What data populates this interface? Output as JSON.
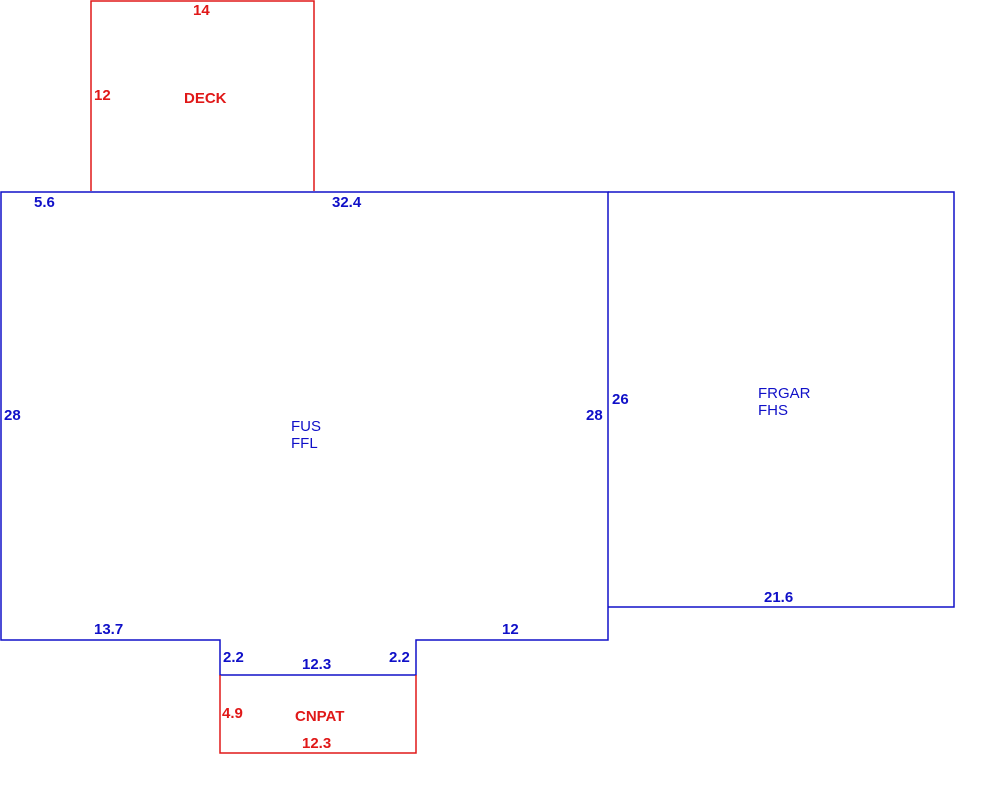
{
  "colors": {
    "main": "#1010c8",
    "accent": "#e01818",
    "background": "#ffffff"
  },
  "areas": {
    "deck": {
      "name": "DECK",
      "top": "14",
      "left": "12"
    },
    "house": {
      "name_line1": "FUS",
      "name_line2": "FFL",
      "top_left": "5.6",
      "top_right": "32.4",
      "left": "28",
      "right": "28",
      "bottom_left": "13.7",
      "bottom_right": "12",
      "notch_left": "2.2",
      "notch_right": "2.2",
      "notch_bottom": "12.3"
    },
    "garage": {
      "name_line1": "FRGAR",
      "name_line2": "FHS",
      "left": "26",
      "bottom": "21.6"
    },
    "patio": {
      "name": "CNPAT",
      "left": "4.9",
      "bottom": "12.3"
    }
  }
}
